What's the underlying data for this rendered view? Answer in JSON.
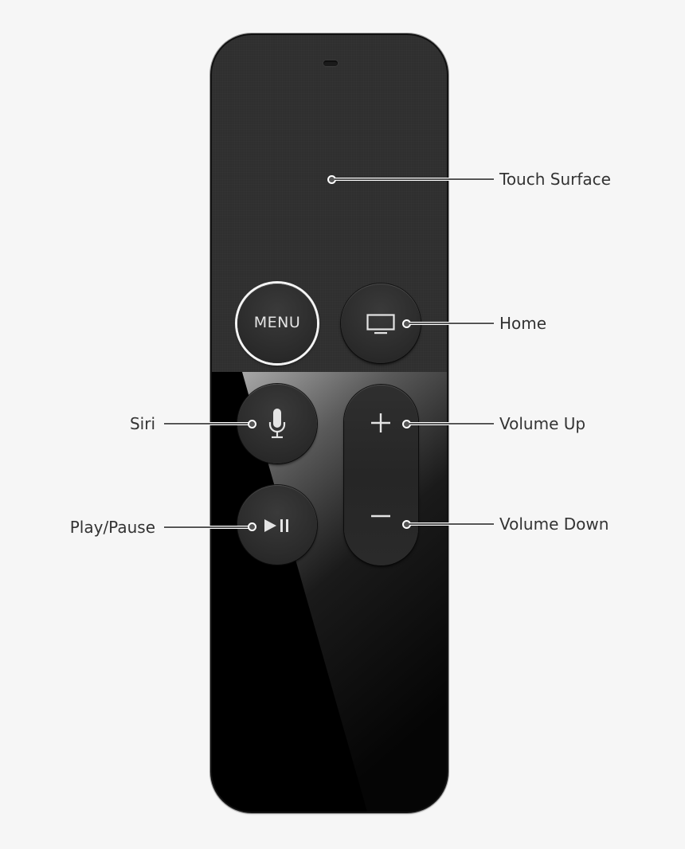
{
  "diagram": {
    "subject": "Apple TV Remote",
    "background_color": "#f6f6f6",
    "remote_colors": {
      "touch_surface": "#2f2f2f",
      "body": "#000000",
      "button": "#2c2c2c",
      "icon": "#e4e4e4",
      "menu_ring": "#f4f4f4"
    },
    "buttons": {
      "menu": {
        "label": "MENU"
      },
      "home": {
        "icon": "tv-icon"
      },
      "siri": {
        "icon": "microphone-icon"
      },
      "play_pause": {
        "icon": "play-pause-icon"
      },
      "volume_up": {
        "icon": "plus-icon"
      },
      "volume_down": {
        "icon": "minus-icon"
      }
    },
    "callouts": {
      "touch_surface": "Touch Surface",
      "home": "Home",
      "siri": "Siri",
      "volume_up": "Volume Up",
      "play_pause": "Play/Pause",
      "volume_down": "Volume Down"
    }
  }
}
